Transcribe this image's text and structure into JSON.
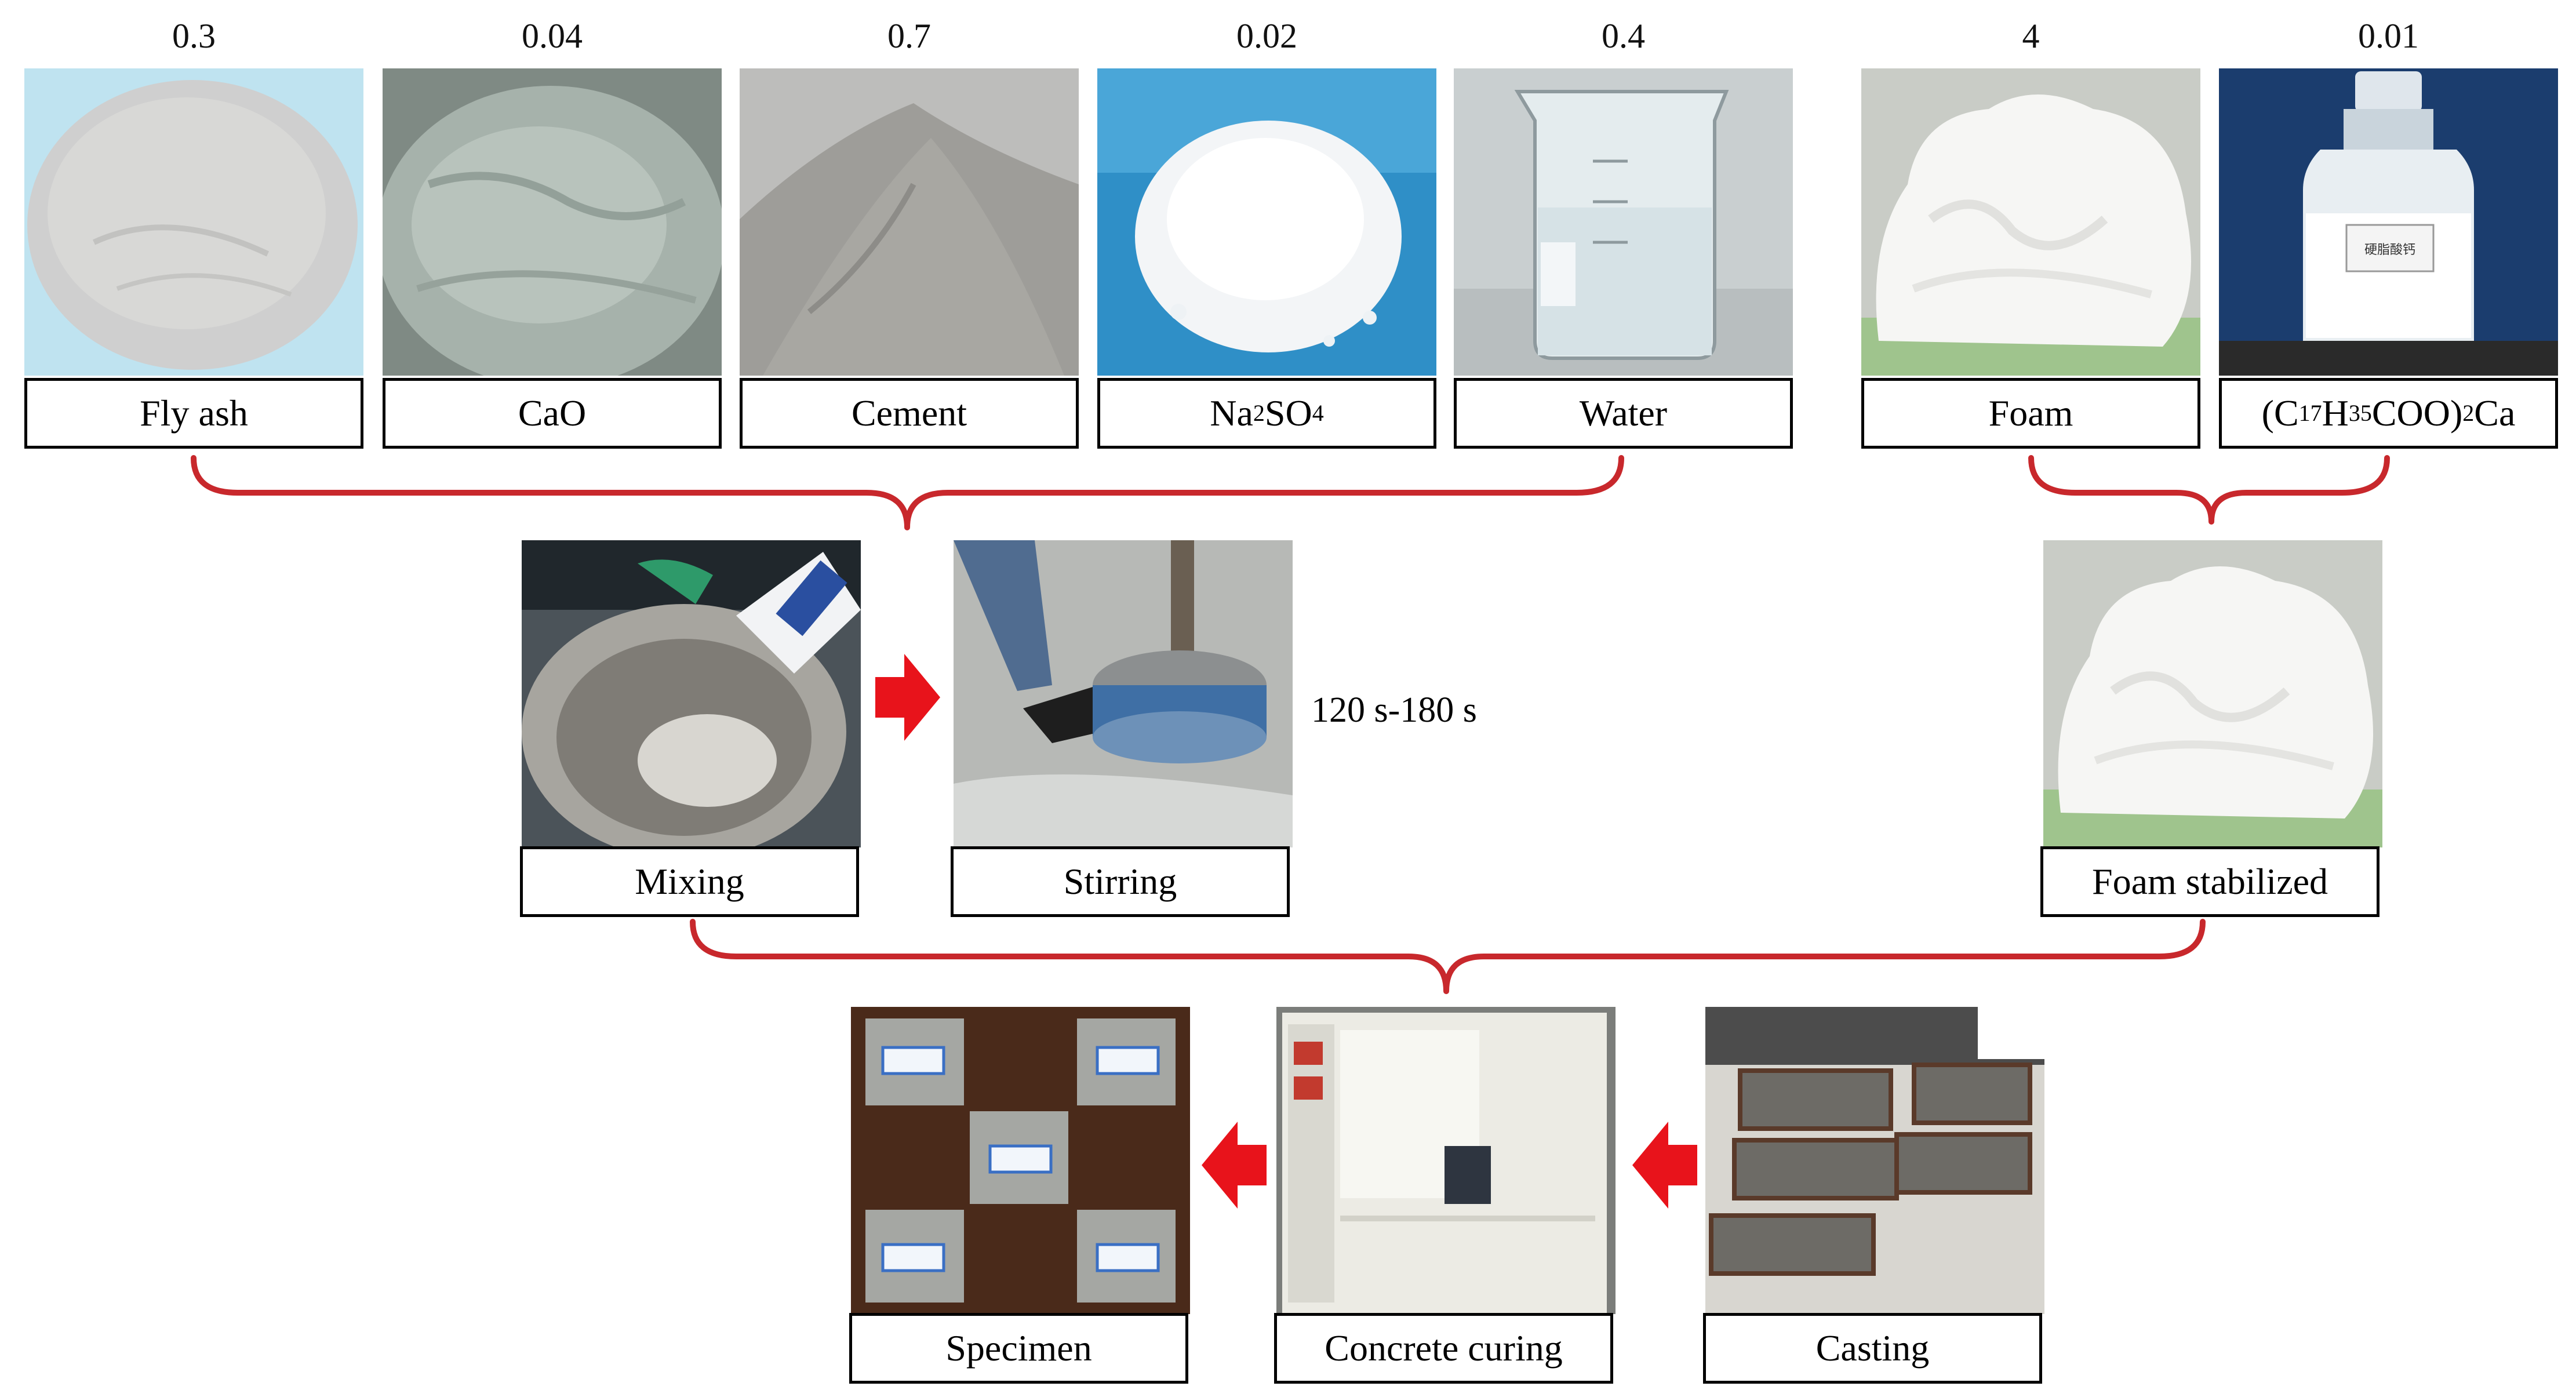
{
  "colors": {
    "brace": "#c8282c",
    "arrow": "#e8131b",
    "label_border": "#000000"
  },
  "materials": [
    {
      "id": "fly-ash",
      "value": "0.3",
      "label": "Fly ash",
      "icon": "powder-photo"
    },
    {
      "id": "cao",
      "value": "0.04",
      "label": "CaO",
      "icon": "powder-photo"
    },
    {
      "id": "cement",
      "value": "0.7",
      "label": "Cement",
      "icon": "powder-photo"
    },
    {
      "id": "na2so4",
      "value": "0.02",
      "label": "Na2SO4",
      "label_parts": [
        "Na",
        "2",
        "SO",
        "4"
      ],
      "icon": "crystal-photo"
    },
    {
      "id": "water",
      "value": "0.4",
      "label": "Water",
      "icon": "beaker-photo"
    },
    {
      "id": "foam",
      "value": "4",
      "label": "Foam",
      "icon": "foam-photo"
    },
    {
      "id": "stearate",
      "value": "0.01",
      "label": "(C17H35COO)2Ca",
      "label_parts": [
        "(C",
        "17",
        "H",
        "35",
        "COO)",
        "2",
        "Ca"
      ],
      "icon": "bottle-photo"
    }
  ],
  "steps": {
    "mixing": {
      "label": "Mixing",
      "icon": "mixing-bucket-photo"
    },
    "stirring": {
      "label": "Stirring",
      "icon": "stirring-mixer-photo"
    },
    "stirring_time": "120 s-180 s",
    "foam_stabilized": {
      "label": "Foam stabilized",
      "icon": "foam-photo"
    },
    "specimen": {
      "label": "Specimen",
      "icon": "specimen-blocks-photo"
    },
    "curing": {
      "label": "Concrete curing",
      "icon": "curing-oven-photo"
    },
    "casting": {
      "label": "Casting",
      "icon": "casting-molds-photo"
    }
  },
  "bottle_label_text": "硬脂酸钙"
}
